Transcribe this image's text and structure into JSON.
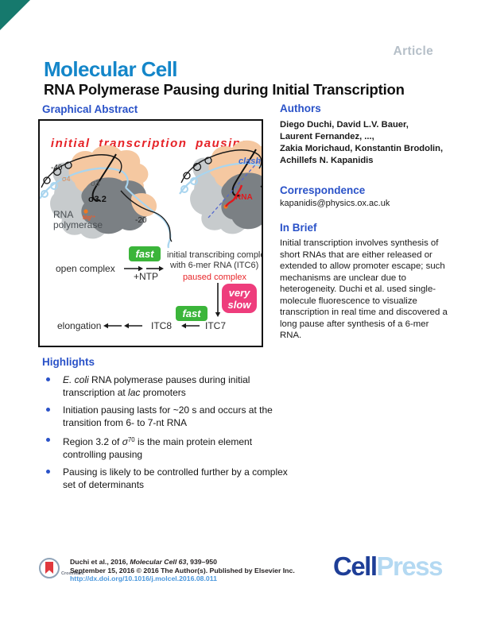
{
  "header": {
    "article_label": "Article",
    "journal_name": "Molecular Cell",
    "paper_title": "RNA Polymerase Pausing during Initial Transcription"
  },
  "graphical_abstract": {
    "heading": "Graphical Abstract",
    "figure": {
      "title": "initial transcription pausing",
      "left_labels": {
        "minus40": "-40",
        "sigma4": "σ4",
        "sigma3": "σ3",
        "sigma32": "σ3.2",
        "rnap_line1": "RNA",
        "rnap_line2": "polymerase",
        "mg": "Mg²⁺",
        "minus20": "-20"
      },
      "right_labels": {
        "clash": "clash",
        "rna": "RNA"
      },
      "flow": {
        "fast1": "fast",
        "open_complex": "open complex",
        "ntp": "+NTP",
        "itc_line1": "initial transcribing complex",
        "itc_line2": "with 6-mer RNA (ITC6)",
        "paused": "paused complex",
        "very_slow_line1": "very",
        "very_slow_line2": "slow",
        "fast2": "fast",
        "elongation": "elongation",
        "itc8": "ITC8",
        "itc7": "ITC7"
      }
    }
  },
  "authors_section": {
    "heading": "Authors",
    "lines": [
      "Diego Duchi, David L.V. Bauer,",
      "Laurent Fernandez, ...,",
      "Zakia Morichaud, Konstantin Brodolin,",
      "Achillefs N. Kapanidis"
    ]
  },
  "correspondence_section": {
    "heading": "Correspondence",
    "email": "kapanidis@physics.ox.ac.uk"
  },
  "in_brief_section": {
    "heading": "In Brief",
    "text": "Initial transcription involves synthesis of short RNAs that are either released or extended to allow promoter escape; such mechanisms are unclear due to heterogeneity. Duchi et al. used single-molecule fluorescence to visualize transcription in real time and discovered a long pause after synthesis of a 6-mer RNA."
  },
  "highlights_section": {
    "heading": "Highlights",
    "items": [
      {
        "segments": [
          {
            "text": "E. coli",
            "style": "italic"
          },
          {
            "text": " RNA polymerase pauses during initial transcription at "
          },
          {
            "text": "lac",
            "style": "italic"
          },
          {
            "text": " promoters"
          }
        ]
      },
      {
        "segments": [
          {
            "text": "Initiation pausing lasts for ~20 s and occurs at the transition from 6- to 7-nt RNA"
          }
        ]
      },
      {
        "segments": [
          {
            "text": "Region 3.2 of "
          },
          {
            "text": "σ",
            "style": "italic"
          },
          {
            "text": "70",
            "style": "sup"
          },
          {
            "text": " is the main protein element controlling pausing"
          }
        ]
      },
      {
        "segments": [
          {
            "text": "Pausing is likely to be controlled further by a complex set of determinants"
          }
        ]
      }
    ]
  },
  "footer": {
    "citation_segments": [
      {
        "text": "Duchi et al., 2016, "
      },
      {
        "text": "Molecular Cell 63",
        "style": "italic"
      },
      {
        "text": ", 939–950"
      }
    ],
    "published_line": "September 15, 2016 © 2016 The Author(s). Published by Elsevier Inc.",
    "doi": "http://dx.doi.org/10.1016/j.molcel.2016.08.011",
    "crossmark_label": "CrossMark",
    "publisher_logo": {
      "part1": "Cell",
      "part2": "Press"
    }
  },
  "colors": {
    "corner_teal": "#16796d",
    "heading_blue": "#2a52c8",
    "journal_blue": "#1486c9",
    "article_gray": "#b5bfc8",
    "figure_red": "#e62227",
    "fast_green": "#3bb53a",
    "very_slow_pink": "#ee3d7c",
    "clash_blue": "#3b6bd6",
    "dna_light_blue": "#a9d5ef",
    "rnap_light_gray": "#c7cbcd",
    "rnap_dark_gray": "#7b8084",
    "sigma_peach": "#f5c8a1",
    "active_site_orange": "#f07820",
    "doi_link_blue": "#4a97dd",
    "cell_navy": "#1e3e97",
    "press_light_blue": "#b4d9f2",
    "crossmark_red": "#e0393e"
  }
}
